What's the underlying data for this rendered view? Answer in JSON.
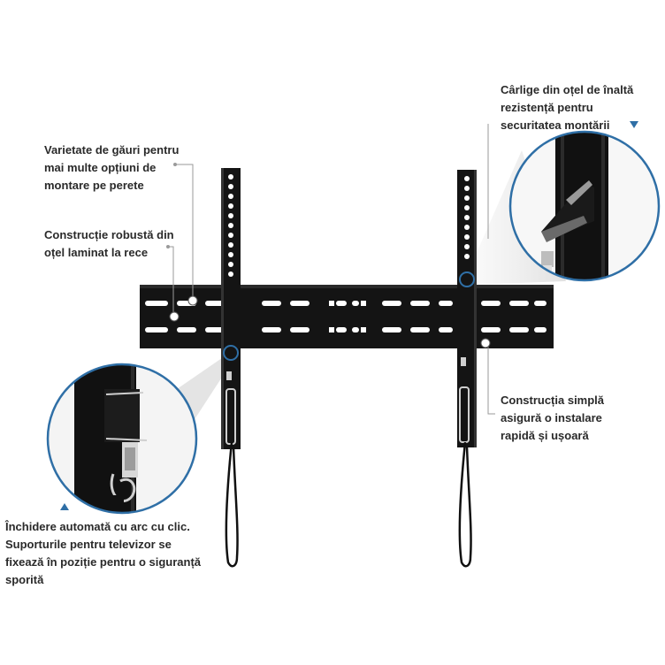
{
  "callouts": {
    "holes": "Varietate de găuri pentru\nmai multe opțiuni de\nmontare pe perete",
    "steel": "Construcție robustă din\noțel laminat la rece",
    "hooks": "Cârlige din oțel de înaltă\nrezistență pentru\nsecuritatea montării",
    "simple": "Construcția simplă\nasigură o instalare\nrapidă și ușoară",
    "lock": "Închidere automată cu arc cu clic.\nSuporturile pentru televizor se\nfixează în poziție pentru o siguranță\nsporită"
  },
  "colors": {
    "steel": "#141414",
    "accent": "#2f6fa6",
    "leader": "#9a9a9a",
    "text": "#2a2a2a"
  },
  "icons": {
    "marker_top_right": "triangle-down-icon",
    "marker_bottom_left": "triangle-up-icon"
  }
}
